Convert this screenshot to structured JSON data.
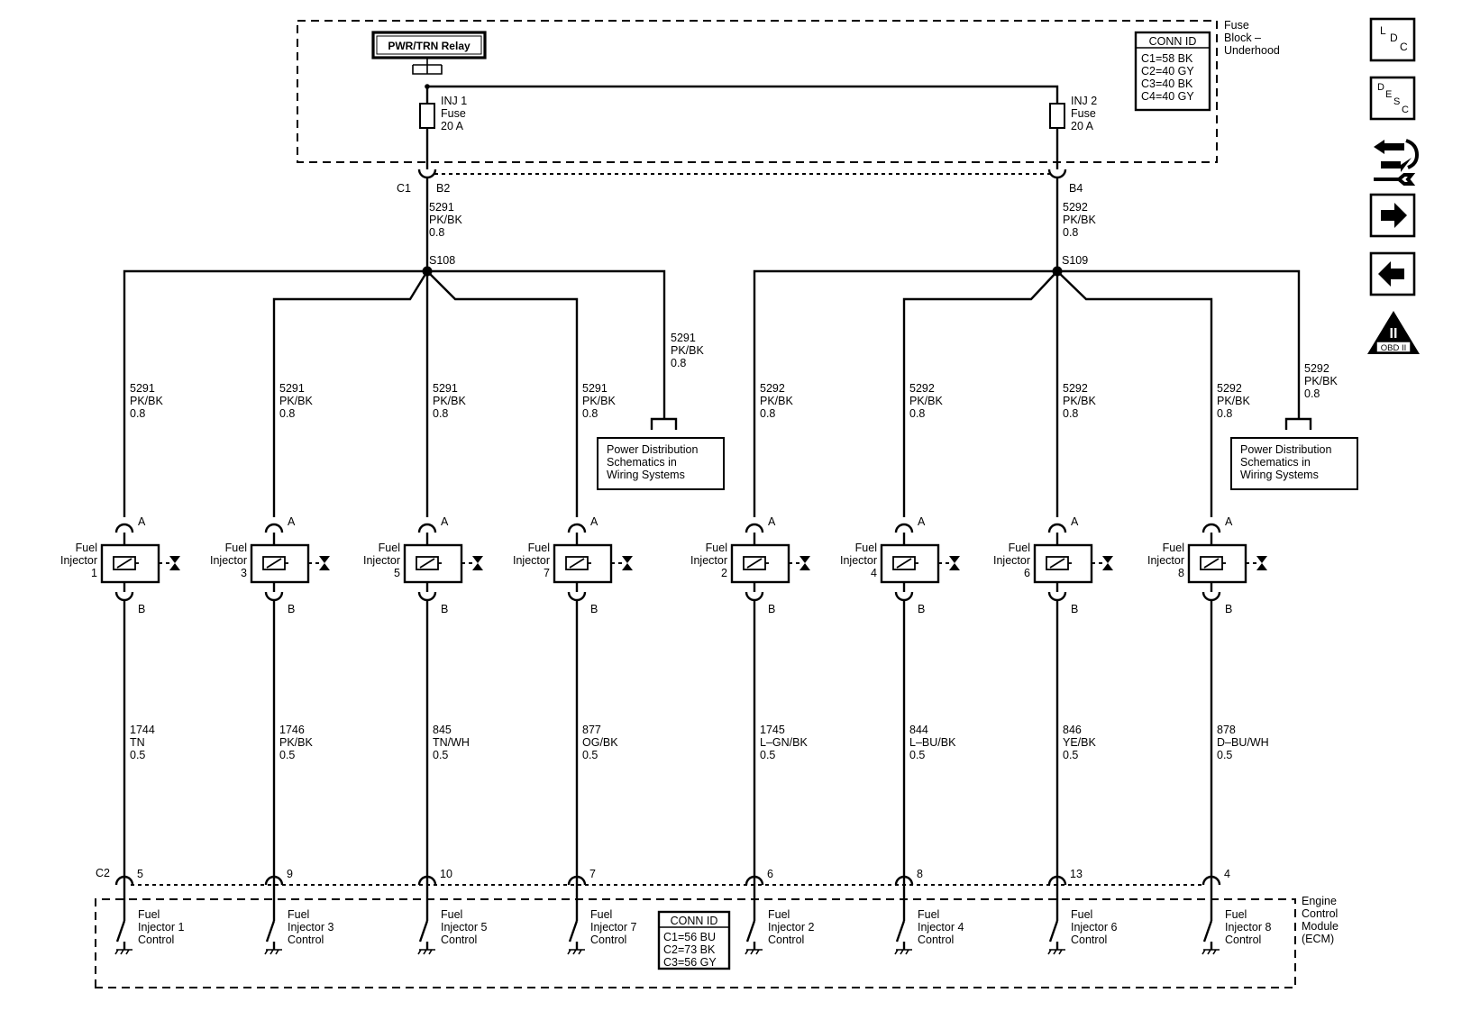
{
  "fuse_block": {
    "name": [
      "Fuse",
      "Block –",
      "Underhood"
    ],
    "relay": "PWR/TRN Relay",
    "fuse1": [
      "INJ 1",
      "Fuse",
      "20 A"
    ],
    "fuse2": [
      "INJ 2",
      "Fuse",
      "20 A"
    ],
    "conn_id": {
      "title": "CONN ID",
      "lines": [
        "C1=58 BK",
        "C2=40 GY",
        "C3=40 BK",
        "C4=40 GY"
      ]
    },
    "connector": "C1",
    "pin_left": "B2",
    "pin_right": "B4"
  },
  "feed": {
    "left": [
      "5291",
      "PK/BK",
      "0.8"
    ],
    "right": [
      "5292",
      "PK/BK",
      "0.8"
    ],
    "splice_left": "S108",
    "splice_right": "S109"
  },
  "power_ref": {
    "left_wire": [
      "5291",
      "PK/BK",
      "0.8"
    ],
    "right_wire": [
      "5292",
      "PK/BK",
      "0.8"
    ],
    "box_text": [
      "Power Distribution",
      "Schematics in",
      "Wiring Systems"
    ]
  },
  "injectors": [
    {
      "num": "1",
      "upper": [
        "5291",
        "PK/BK",
        "0.8"
      ],
      "lower": [
        "1744",
        "TN",
        "0.5"
      ],
      "pin": "5",
      "ctrl": [
        "Fuel",
        "Injector 1",
        "Control"
      ]
    },
    {
      "num": "3",
      "upper": [
        "5291",
        "PK/BK",
        "0.8"
      ],
      "lower": [
        "1746",
        "PK/BK",
        "0.5"
      ],
      "pin": "9",
      "ctrl": [
        "Fuel",
        "Injector 3",
        "Control"
      ]
    },
    {
      "num": "5",
      "upper": [
        "5291",
        "PK/BK",
        "0.8"
      ],
      "lower": [
        "845",
        "TN/WH",
        "0.5"
      ],
      "pin": "10",
      "ctrl": [
        "Fuel",
        "Injector 5",
        "Control"
      ]
    },
    {
      "num": "7",
      "upper": [
        "5291",
        "PK/BK",
        "0.8"
      ],
      "lower": [
        "877",
        "OG/BK",
        "0.5"
      ],
      "pin": "7",
      "ctrl": [
        "Fuel",
        "Injector 7",
        "Control"
      ]
    },
    {
      "num": "2",
      "upper": [
        "5292",
        "PK/BK",
        "0.8"
      ],
      "lower": [
        "1745",
        "L–GN/BK",
        "0.5"
      ],
      "pin": "6",
      "ctrl": [
        "Fuel",
        "Injector 2",
        "Control"
      ]
    },
    {
      "num": "4",
      "upper": [
        "5292",
        "PK/BK",
        "0.8"
      ],
      "lower": [
        "844",
        "L–BU/BK",
        "0.5"
      ],
      "pin": "8",
      "ctrl": [
        "Fuel",
        "Injector 4",
        "Control"
      ]
    },
    {
      "num": "6",
      "upper": [
        "5292",
        "PK/BK",
        "0.8"
      ],
      "lower": [
        "846",
        "YE/BK",
        "0.5"
      ],
      "pin": "13",
      "ctrl": [
        "Fuel",
        "Injector 6",
        "Control"
      ]
    },
    {
      "num": "8",
      "upper": [
        "5292",
        "PK/BK",
        "0.8"
      ],
      "lower": [
        "878",
        "D–BU/WH",
        "0.5"
      ],
      "pin": "4",
      "ctrl": [
        "Fuel",
        "Injector 8",
        "Control"
      ]
    }
  ],
  "injector_label": [
    "Fuel",
    "Injector"
  ],
  "pin_a": "A",
  "pin_b": "B",
  "ecm": {
    "name": [
      "Engine",
      "Control",
      "Module",
      "(ECM)"
    ],
    "connector": "C2",
    "conn_id": {
      "title": "CONN ID",
      "lines": [
        "C1=56 BU",
        "C2=73 BK",
        "C3=56 GY"
      ]
    }
  },
  "side_icons": {
    "ldc": [
      "L",
      "D",
      "C"
    ],
    "desc": [
      "D",
      "E",
      "S",
      "C"
    ],
    "obd": "OBD II",
    "obd_mark": "II"
  },
  "icon_names": [
    "ldc-icon",
    "desc-icon",
    "wrench-arrows-icon",
    "arrow-right-icon",
    "arrow-left-icon",
    "obd-ii-icon"
  ]
}
